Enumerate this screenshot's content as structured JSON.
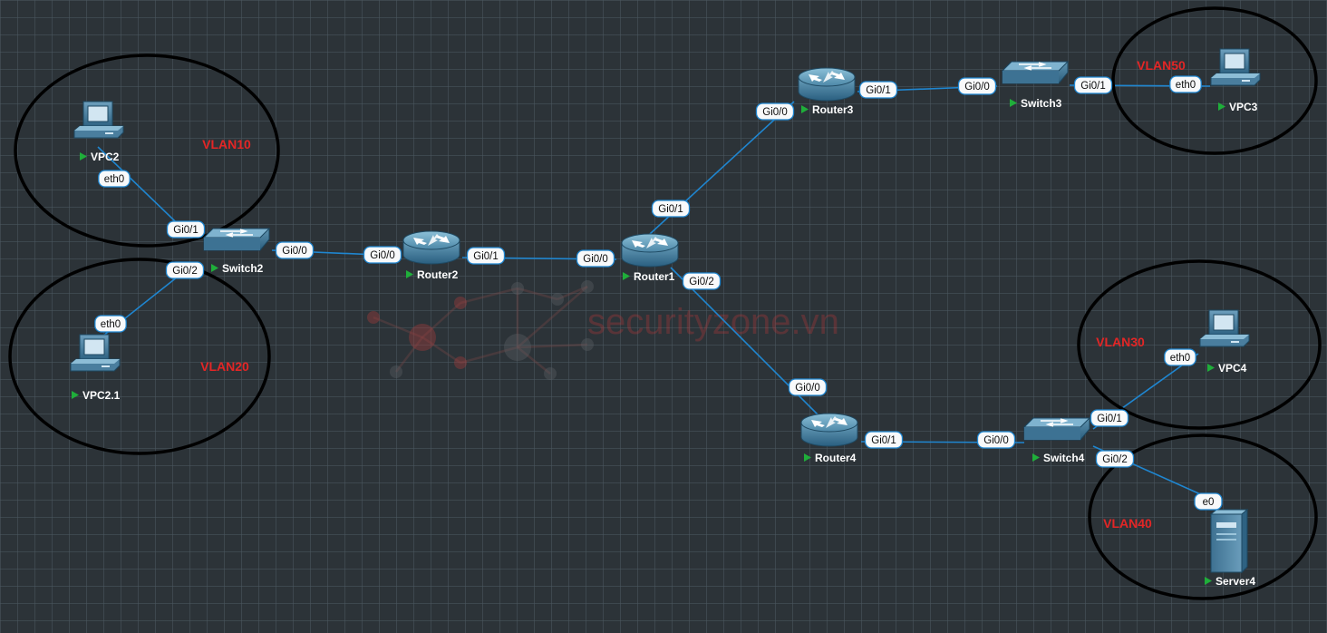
{
  "watermark": {
    "text": "securityzone.vn"
  },
  "zones": [
    {
      "id": "z10",
      "label": "VLAN10"
    },
    {
      "id": "z20",
      "label": "VLAN20"
    },
    {
      "id": "z50",
      "label": "VLAN50"
    },
    {
      "id": "z30",
      "label": "VLAN30"
    },
    {
      "id": "z40",
      "label": "VLAN40"
    }
  ],
  "devices": [
    {
      "id": "vpc2",
      "type": "pc",
      "label": "VPC2",
      "running": true
    },
    {
      "id": "vpc21",
      "type": "pc",
      "label": "VPC2.1",
      "running": true
    },
    {
      "id": "switch2",
      "type": "switch",
      "label": "Switch2",
      "running": true
    },
    {
      "id": "router2",
      "type": "router",
      "label": "Router2",
      "running": true
    },
    {
      "id": "router1",
      "type": "router",
      "label": "Router1",
      "running": true
    },
    {
      "id": "router3",
      "type": "router",
      "label": "Router3",
      "running": true
    },
    {
      "id": "switch3",
      "type": "switch",
      "label": "Switch3",
      "running": true
    },
    {
      "id": "vpc3",
      "type": "pc",
      "label": "VPC3",
      "running": true
    },
    {
      "id": "router4",
      "type": "router",
      "label": "Router4",
      "running": true
    },
    {
      "id": "switch4",
      "type": "switch",
      "label": "Switch4",
      "running": true
    },
    {
      "id": "vpc4",
      "type": "pc",
      "label": "VPC4",
      "running": true
    },
    {
      "id": "server4",
      "type": "server",
      "label": "Server4",
      "running": true
    }
  ],
  "links": [
    {
      "from": "vpc2",
      "from_port": "eth0",
      "to": "switch2",
      "to_port": "Gi0/1"
    },
    {
      "from": "vpc21",
      "from_port": "eth0",
      "to": "switch2",
      "to_port": "Gi0/2"
    },
    {
      "from": "switch2",
      "from_port": "Gi0/0",
      "to": "router2",
      "to_port": "Gi0/0"
    },
    {
      "from": "router2",
      "from_port": "Gi0/1",
      "to": "router1",
      "to_port": "Gi0/0"
    },
    {
      "from": "router1",
      "from_port": "Gi0/1",
      "to": "router3",
      "to_port": "Gi0/0"
    },
    {
      "from": "router3",
      "from_port": "Gi0/1",
      "to": "switch3",
      "to_port": "Gi0/0"
    },
    {
      "from": "switch3",
      "from_port": "Gi0/1",
      "to": "vpc3",
      "to_port": "eth0"
    },
    {
      "from": "router1",
      "from_port": "Gi0/2",
      "to": "router4",
      "to_port": "Gi0/0"
    },
    {
      "from": "router4",
      "from_port": "Gi0/1",
      "to": "switch4",
      "to_port": "Gi0/0"
    },
    {
      "from": "switch4",
      "from_port": "Gi0/1",
      "to": "vpc4",
      "to_port": "eth0"
    },
    {
      "from": "switch4",
      "from_port": "Gi0/2",
      "to": "server4",
      "to_port": "e0"
    }
  ]
}
